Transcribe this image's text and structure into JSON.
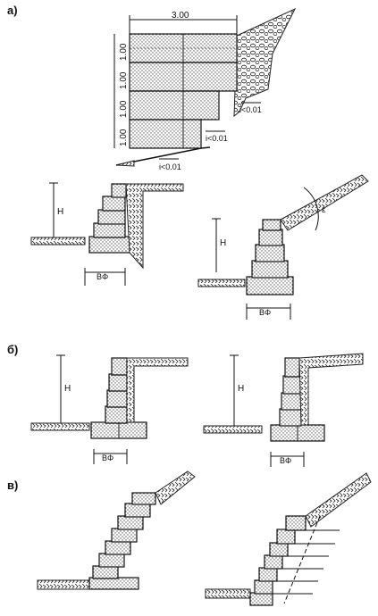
{
  "sections": {
    "a": {
      "label": "а)"
    },
    "b": {
      "label": "б)"
    },
    "c": {
      "label": "в)"
    }
  },
  "top_figure": {
    "width_label": "3.00",
    "height_labels": [
      "1.00",
      "1.00",
      "1.00",
      "1.00"
    ],
    "slope_labels": [
      "i<0.01",
      "i<0.01",
      "i<0.01"
    ]
  },
  "wall_labels": {
    "height": "H",
    "base": "BΦ",
    "angle": "ε"
  },
  "colors": {
    "stroke": "#111111",
    "stipple": "#9a9a9a",
    "background": "#ffffff"
  }
}
